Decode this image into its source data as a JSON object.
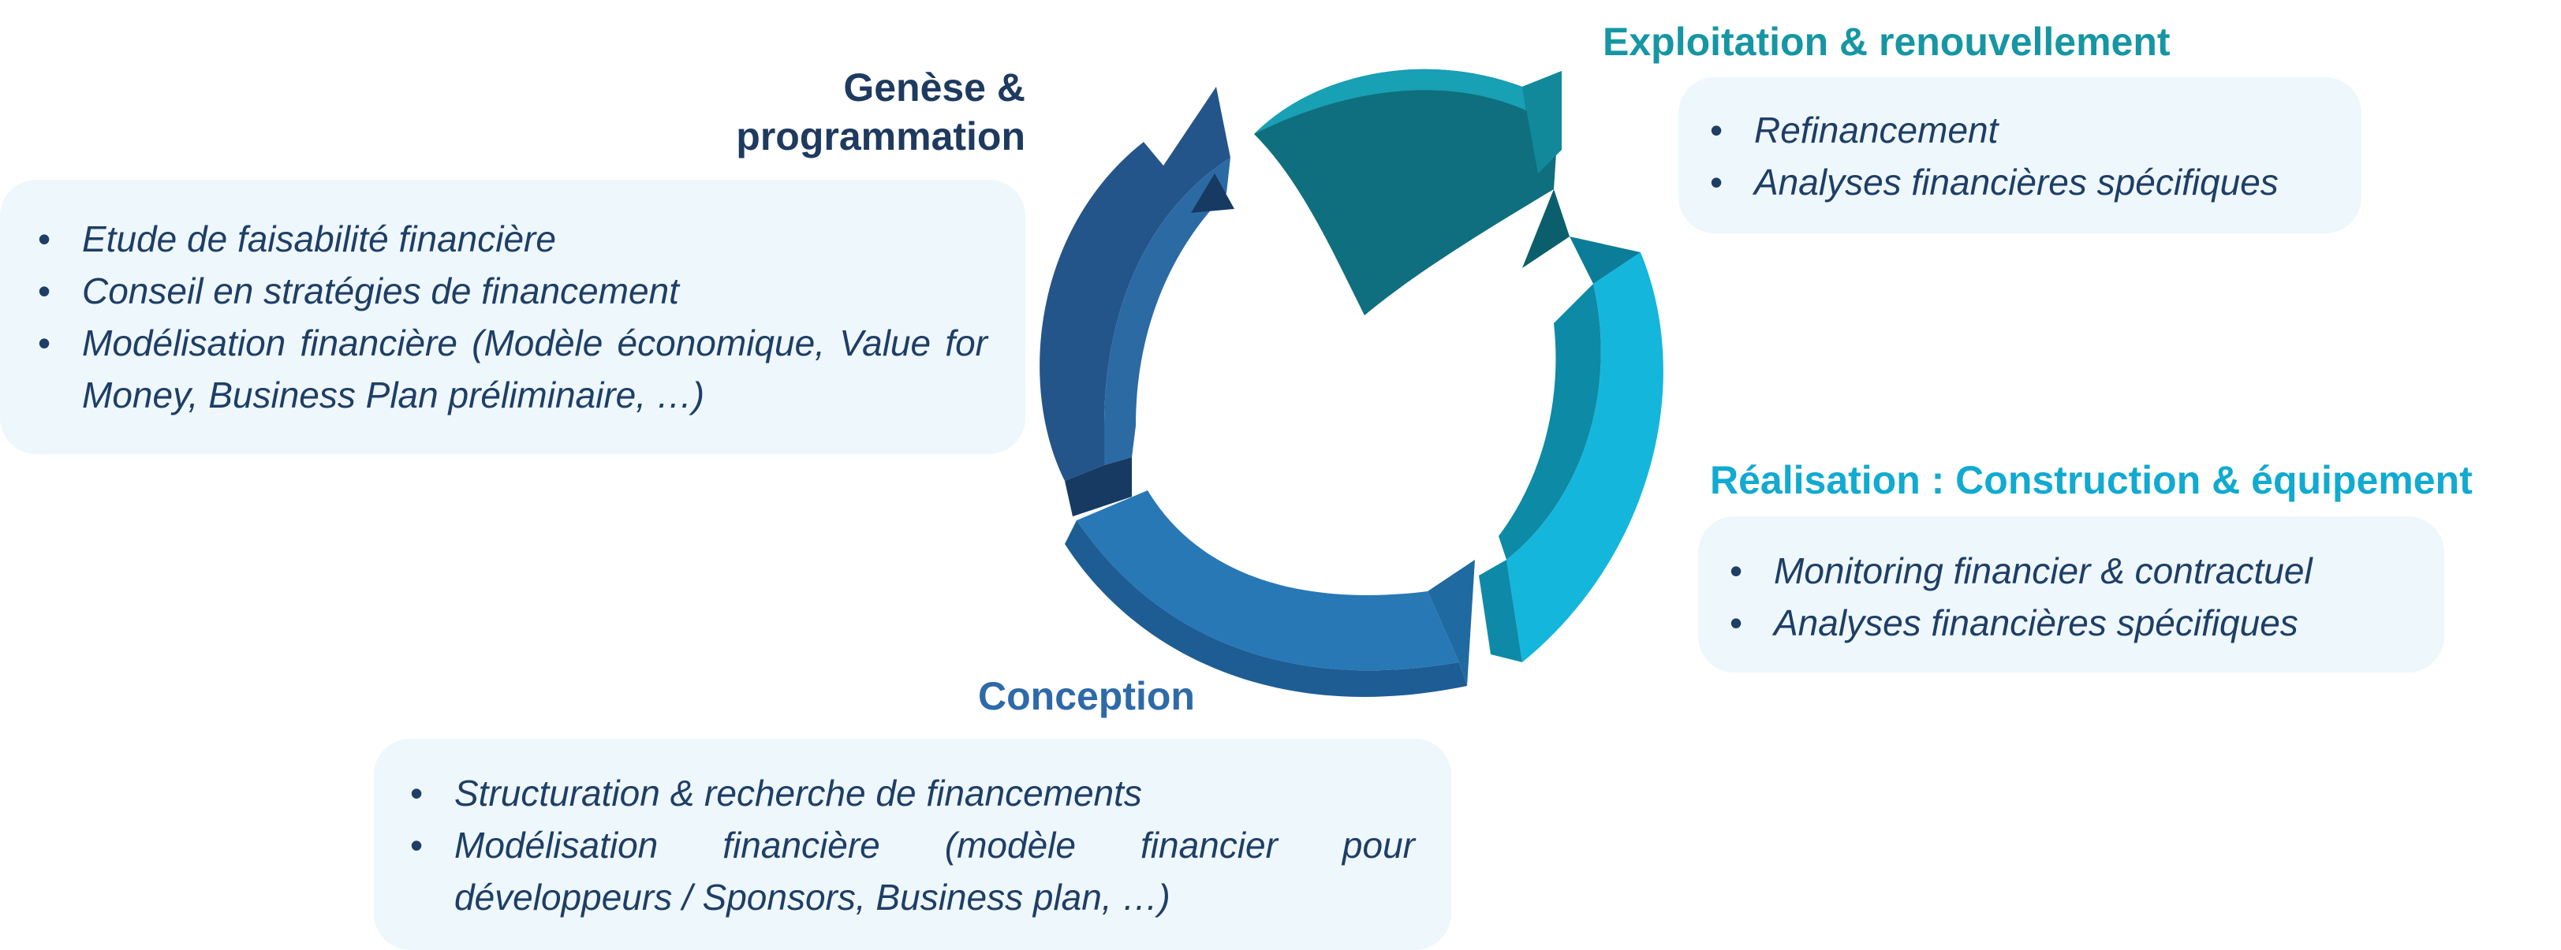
{
  "colors": {
    "genese": "#1e3a5f",
    "conception": "#2e6aa8",
    "exploitation": "#1696a3",
    "realisation": "#11aad0",
    "bullet_text": "#1e3e66",
    "box_background": "#eef7fc"
  },
  "stages": {
    "genese": {
      "title": "Genèse & programmation",
      "items": [
        "Etude de faisabilité financière",
        "Conseil en stratégies de financement",
        "Modélisation financière (Modèle économique, Value for Money, Business Plan préliminaire, …)"
      ]
    },
    "exploitation": {
      "title": "Exploitation & renouvellement",
      "items": [
        "Refinancement",
        "Analyses financières spécifiques"
      ]
    },
    "realisation": {
      "title": "Réalisation : Construction & équipement",
      "items": [
        "Monitoring financier & contractuel",
        "Analyses financières spécifiques"
      ]
    },
    "conception": {
      "title": "Conception",
      "items": [
        "Structuration & recherche de financements",
        "Modélisation financière (modèle financier pour développeurs / Sponsors, Business plan, …)"
      ]
    }
  },
  "bullet_glyph": "•"
}
